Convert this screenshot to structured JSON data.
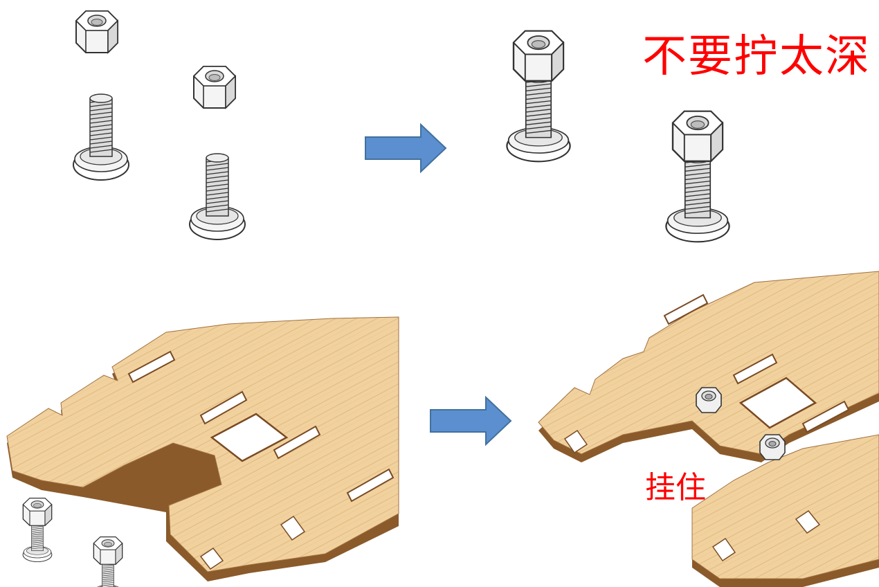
{
  "captions": {
    "top_right": "不要拧太深",
    "bottom_right": "挂住"
  },
  "colors": {
    "arrow": "#5b8fd0",
    "arrow_stroke": "#41719c",
    "caption": "#ff0000",
    "wood": "#f0cf9a",
    "wood_edge": "#7a4a22",
    "metal": "#eeeeee",
    "metal_stroke": "#444444"
  },
  "icons": {
    "arrows": [
      "right-arrow-icon",
      "right-arrow-icon"
    ],
    "parts": [
      "hex-nut-icon",
      "screw-icon",
      "wood-panel"
    ]
  }
}
